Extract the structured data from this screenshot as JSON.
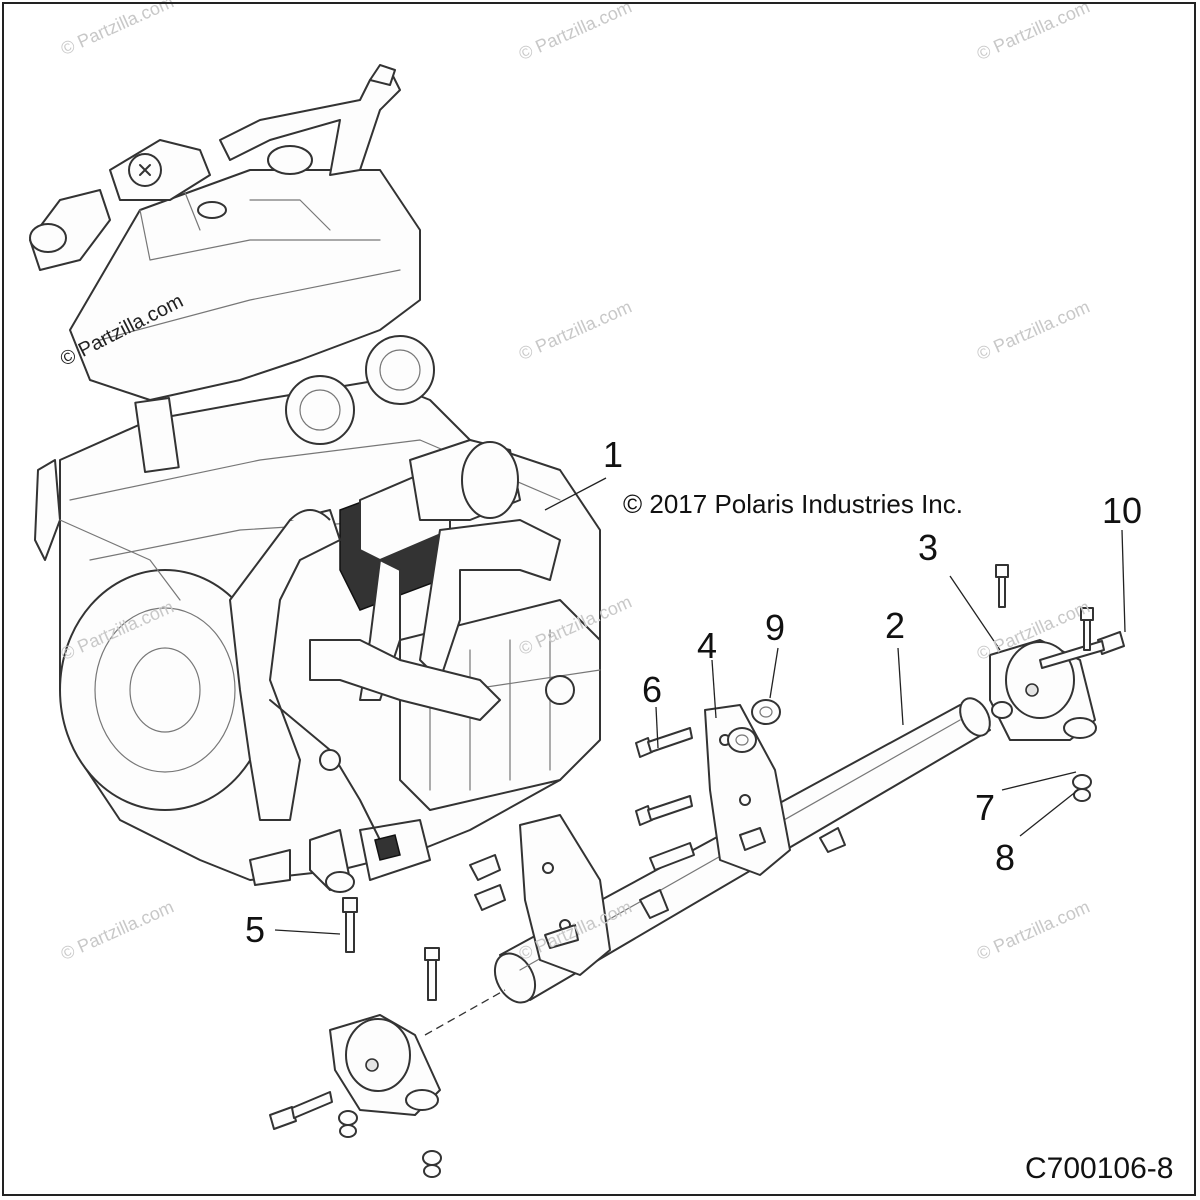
{
  "callouts": [
    {
      "id": "1",
      "label": "1"
    },
    {
      "id": "2",
      "label": "2"
    },
    {
      "id": "3",
      "label": "3"
    },
    {
      "id": "4",
      "label": "4"
    },
    {
      "id": "5",
      "label": "5"
    },
    {
      "id": "6",
      "label": "6"
    },
    {
      "id": "7",
      "label": "7"
    },
    {
      "id": "8",
      "label": "8"
    },
    {
      "id": "9",
      "label": "9"
    },
    {
      "id": "10",
      "label": "10"
    }
  ],
  "copyright": "© 2017 Polaris Industries Inc.",
  "figure_code": "C700106-8",
  "watermark": "© Partzilla.com",
  "watermark_dark": "© Partzilla.com"
}
